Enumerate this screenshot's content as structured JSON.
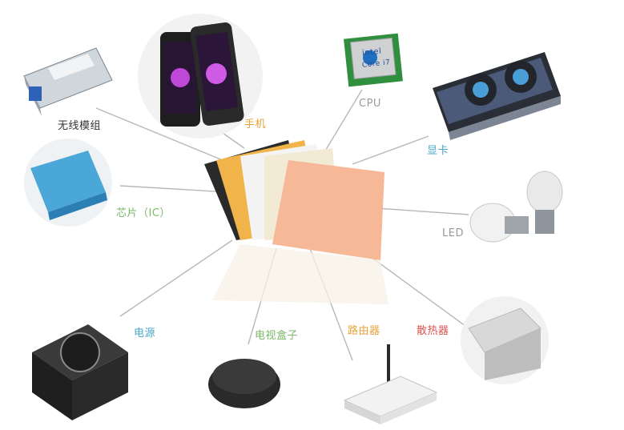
{
  "labels": {
    "wireless_module": "无线模组",
    "phone": "手机",
    "cpu": "CPU",
    "graphics_card": "显卡",
    "chip": "芯片（IC）",
    "led": "LED",
    "power_supply": "电源",
    "tv_box": "电视盒子",
    "router": "路由器",
    "heatsink": "散热器"
  },
  "colors": {
    "label_blue": "#4aa6c8",
    "label_green": "#7bb86a",
    "label_orange": "#e8a23a",
    "label_gray": "#9a9a9a",
    "label_red": "#d9534f",
    "line": "#b8b8b8",
    "pad_salmon": "#f6b896",
    "pad_orange": "#f0b44a",
    "pad_cream": "#f3ead6",
    "pad_white": "#f4f4f4",
    "pad_black": "#2a2a2a"
  },
  "cpu_chip": {
    "brand": "intel",
    "model": "Core i7"
  }
}
